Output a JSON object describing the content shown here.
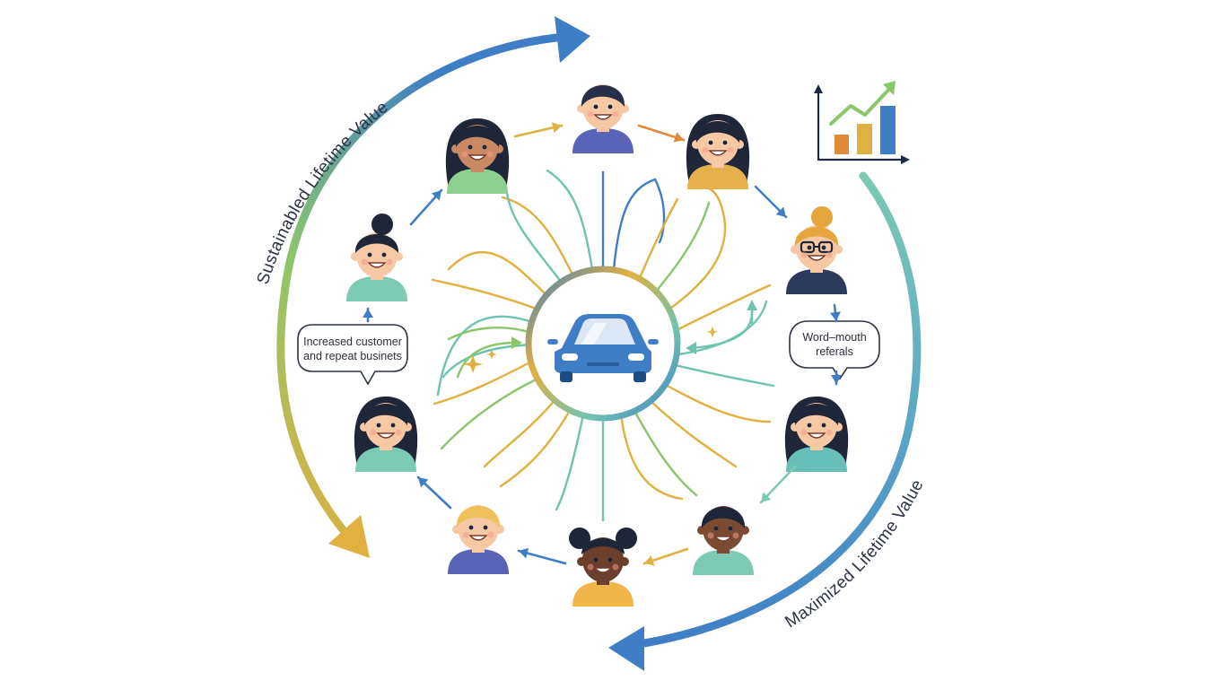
{
  "outer_labels": {
    "left": "Sustainabled Lifetime Value",
    "right": "Maximized Lifetime Value"
  },
  "bubbles": {
    "left_line1": "Increased customer",
    "left_line2": "and repeat businets",
    "right_line1": "Word–mouth",
    "right_line2": "referals"
  },
  "center_icon": "car-icon",
  "corner_icon": "growth-bar-chart-icon",
  "colors": {
    "blue": "#3f7ec4",
    "teal": "#6fc3b0",
    "green": "#8cc66b",
    "gold": "#e0b040",
    "orange": "#e08a3a",
    "navy": "#1e2a44"
  },
  "people": [
    {
      "id": "top",
      "skin": "#f6c9a4",
      "hair": "#273047",
      "shirt": "#5b63b7",
      "style": "short"
    },
    {
      "id": "top-right",
      "skin": "#f6c9a4",
      "hair": "#1f2638",
      "shirt": "#e6b04a",
      "style": "long"
    },
    {
      "id": "right-upper",
      "skin": "#f6c9a4",
      "hair": "#e7a53e",
      "shirt": "#2d3a5c",
      "style": "bun-glasses"
    },
    {
      "id": "right-lower",
      "skin": "#f6c9a4",
      "hair": "#1f2638",
      "shirt": "#67bfb8",
      "style": "long"
    },
    {
      "id": "bottom-right",
      "skin": "#7a4a33",
      "hair": "#1f2638",
      "shirt": "#7ccab3",
      "style": "short"
    },
    {
      "id": "bottom",
      "skin": "#6b3f2b",
      "hair": "#1f2638",
      "shirt": "#f0b64a",
      "style": "puffs"
    },
    {
      "id": "bottom-left",
      "skin": "#f6c9a4",
      "hair": "#efc15a",
      "shirt": "#5b63b7",
      "style": "short"
    },
    {
      "id": "left-lower",
      "skin": "#f6c9a4",
      "hair": "#1f2638",
      "shirt": "#7ccab3",
      "style": "long"
    },
    {
      "id": "left-upper",
      "skin": "#f6c9a4",
      "hair": "#1f2638",
      "shirt": "#7ccab3",
      "style": "bun"
    },
    {
      "id": "top-left",
      "skin": "#c98a63",
      "hair": "#1f2638",
      "shirt": "#8ccf8f",
      "style": "long"
    }
  ]
}
